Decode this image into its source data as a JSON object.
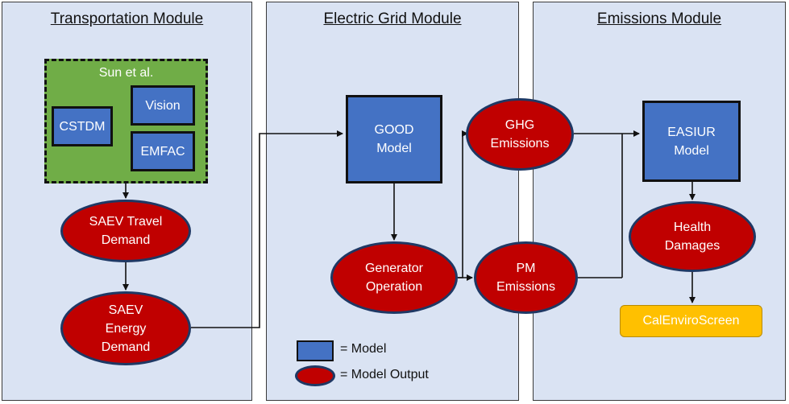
{
  "modules": {
    "transportation": "Transportation Module",
    "electric_grid": "Electric Grid Module",
    "emissions": "Emissions Module"
  },
  "sun_group": {
    "label": "Sun et al.",
    "models": {
      "cstdm": "CSTDM",
      "vision": "Vision",
      "emfac": "EMFAC"
    }
  },
  "outputs": {
    "saev_travel_demand": "SAEV Travel Demand",
    "saev_energy_demand": "SAEV Energy Demand",
    "generator_operation": "Generator Operation",
    "ghg_emissions": "GHG Emissions",
    "pm_emissions": "PM Emissions",
    "health_damages": "Health Damages"
  },
  "models": {
    "good": "GOOD Model",
    "easiur": "EASIUR Model"
  },
  "result": {
    "calenviroscreen": "CalEnviroScreen"
  },
  "legend": {
    "model": "= Model",
    "model_output": "= Model Output"
  },
  "colors": {
    "panel_bg": "#dae3f3",
    "model_fill": "#4472c4",
    "output_fill": "#c00000",
    "group_fill": "#70ad47",
    "result_fill": "#ffc000"
  }
}
